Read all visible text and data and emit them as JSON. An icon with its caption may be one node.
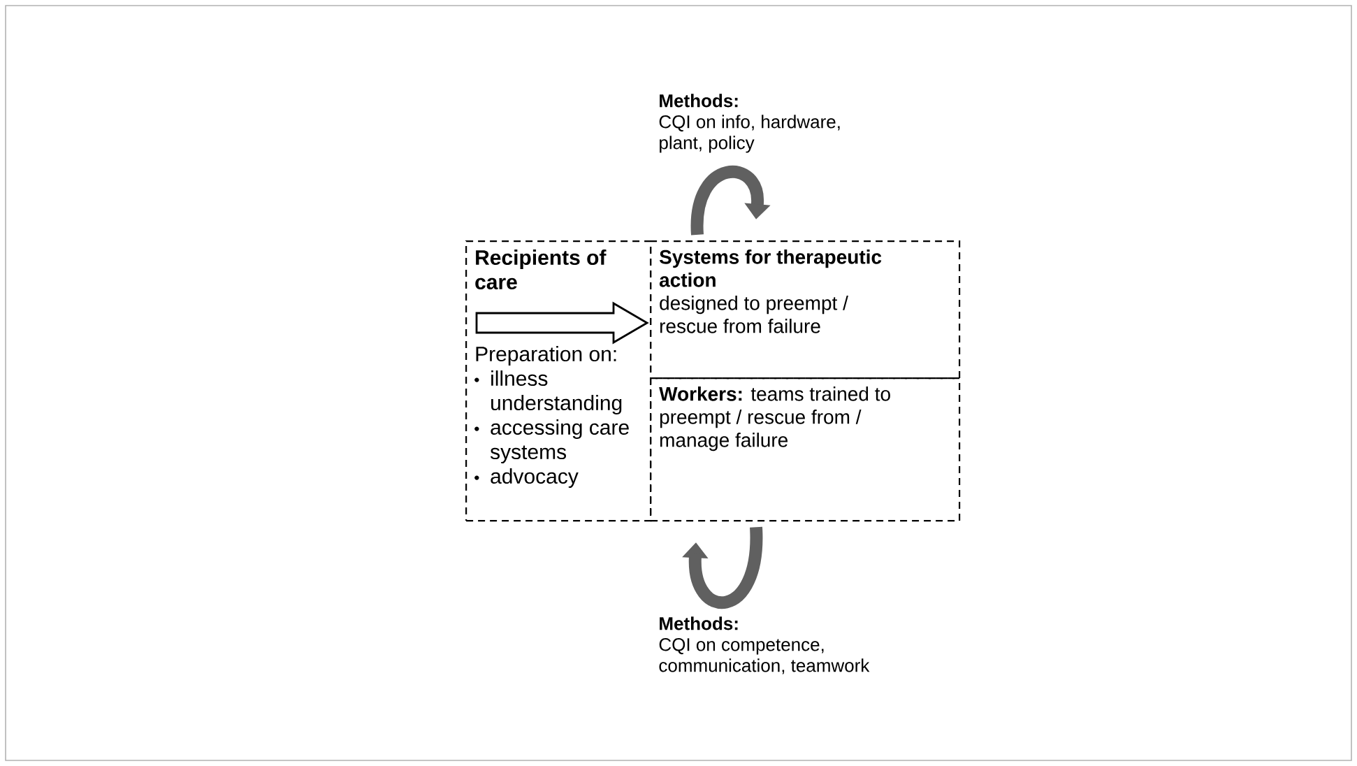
{
  "diagram": {
    "nodes": [
      {
        "text": [
          "Methods:",
          "CQI on info, hardware, plant, policy"
        ]
      },
      {
        "text": [
          "Recipients of care",
          "Preparation on:",
          "illness understanding",
          "accessing care systems",
          "advocacy"
        ]
      },
      {
        "text": [
          "Systems for therapeutic action",
          "designed to preempt / rescue from failure"
        ]
      },
      {
        "text": [
          "**Workers:** teams trained to preempt / rescue from / manage failure"
        ]
      },
      {
        "text": [
          "Methods:",
          "CQI on competence, communication, teamwork"
        ]
      }
    ],
    "edges": [
      {
        "from": 1,
        "to": 2,
        "arrow": "to",
        "color": "#000000"
      },
      {
        "from": 2,
        "to": 2,
        "arrow": "to"
      },
      {
        "from": 3,
        "to": 3,
        "arrow": "to"
      }
    ]
  }
}
